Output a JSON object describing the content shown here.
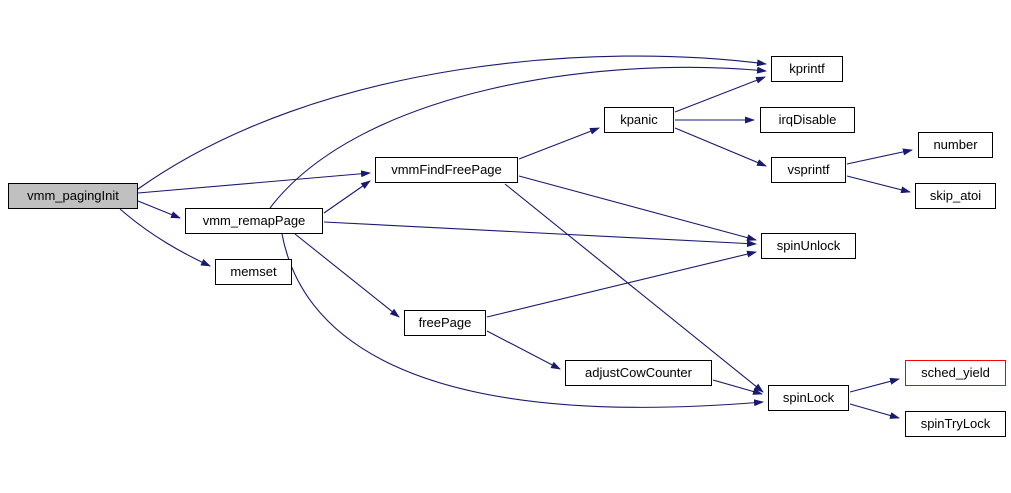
{
  "diagram": {
    "type": "call-graph",
    "background_color": "#ffffff",
    "edge_color": "#191970",
    "node_border_color": "#000000",
    "root_fill_color": "#c0c0c0",
    "highlight_border_color": "#ff0000",
    "nodes": [
      {
        "id": "vmm_pagingInit",
        "label": "vmm_pagingInit",
        "style": "root"
      },
      {
        "id": "vmm_remapPage",
        "label": "vmm_remapPage",
        "style": "normal"
      },
      {
        "id": "memset",
        "label": "memset",
        "style": "normal"
      },
      {
        "id": "vmmFindFreePage",
        "label": "vmmFindFreePage",
        "style": "normal"
      },
      {
        "id": "freePage",
        "label": "freePage",
        "style": "normal"
      },
      {
        "id": "kpanic",
        "label": "kpanic",
        "style": "normal"
      },
      {
        "id": "kprintf",
        "label": "kprintf",
        "style": "normal"
      },
      {
        "id": "irqDisable",
        "label": "irqDisable",
        "style": "normal"
      },
      {
        "id": "vsprintf",
        "label": "vsprintf",
        "style": "normal"
      },
      {
        "id": "number",
        "label": "number",
        "style": "normal"
      },
      {
        "id": "skip_atoi",
        "label": "skip_atoi",
        "style": "normal"
      },
      {
        "id": "spinUnlock",
        "label": "spinUnlock",
        "style": "normal"
      },
      {
        "id": "adjustCowCounter",
        "label": "adjustCowCounter",
        "style": "normal"
      },
      {
        "id": "spinLock",
        "label": "spinLock",
        "style": "normal"
      },
      {
        "id": "sched_yield",
        "label": "sched_yield",
        "style": "red"
      },
      {
        "id": "spinTryLock",
        "label": "spinTryLock",
        "style": "normal"
      }
    ],
    "edges": [
      {
        "from": "vmm_pagingInit",
        "to": "kprintf"
      },
      {
        "from": "vmm_pagingInit",
        "to": "vmmFindFreePage"
      },
      {
        "from": "vmm_pagingInit",
        "to": "vmm_remapPage"
      },
      {
        "from": "vmm_pagingInit",
        "to": "memset"
      },
      {
        "from": "vmm_remapPage",
        "to": "kprintf"
      },
      {
        "from": "vmm_remapPage",
        "to": "vmmFindFreePage"
      },
      {
        "from": "vmm_remapPage",
        "to": "spinUnlock"
      },
      {
        "from": "vmm_remapPage",
        "to": "freePage"
      },
      {
        "from": "vmm_remapPage",
        "to": "spinLock"
      },
      {
        "from": "vmmFindFreePage",
        "to": "kpanic"
      },
      {
        "from": "vmmFindFreePage",
        "to": "spinUnlock"
      },
      {
        "from": "vmmFindFreePage",
        "to": "spinLock"
      },
      {
        "from": "kpanic",
        "to": "kprintf"
      },
      {
        "from": "kpanic",
        "to": "irqDisable"
      },
      {
        "from": "kpanic",
        "to": "vsprintf"
      },
      {
        "from": "vsprintf",
        "to": "number"
      },
      {
        "from": "vsprintf",
        "to": "skip_atoi"
      },
      {
        "from": "freePage",
        "to": "spinUnlock"
      },
      {
        "from": "freePage",
        "to": "adjustCowCounter"
      },
      {
        "from": "adjustCowCounter",
        "to": "spinLock"
      },
      {
        "from": "spinLock",
        "to": "sched_yield"
      },
      {
        "from": "spinLock",
        "to": "spinTryLock"
      }
    ]
  }
}
